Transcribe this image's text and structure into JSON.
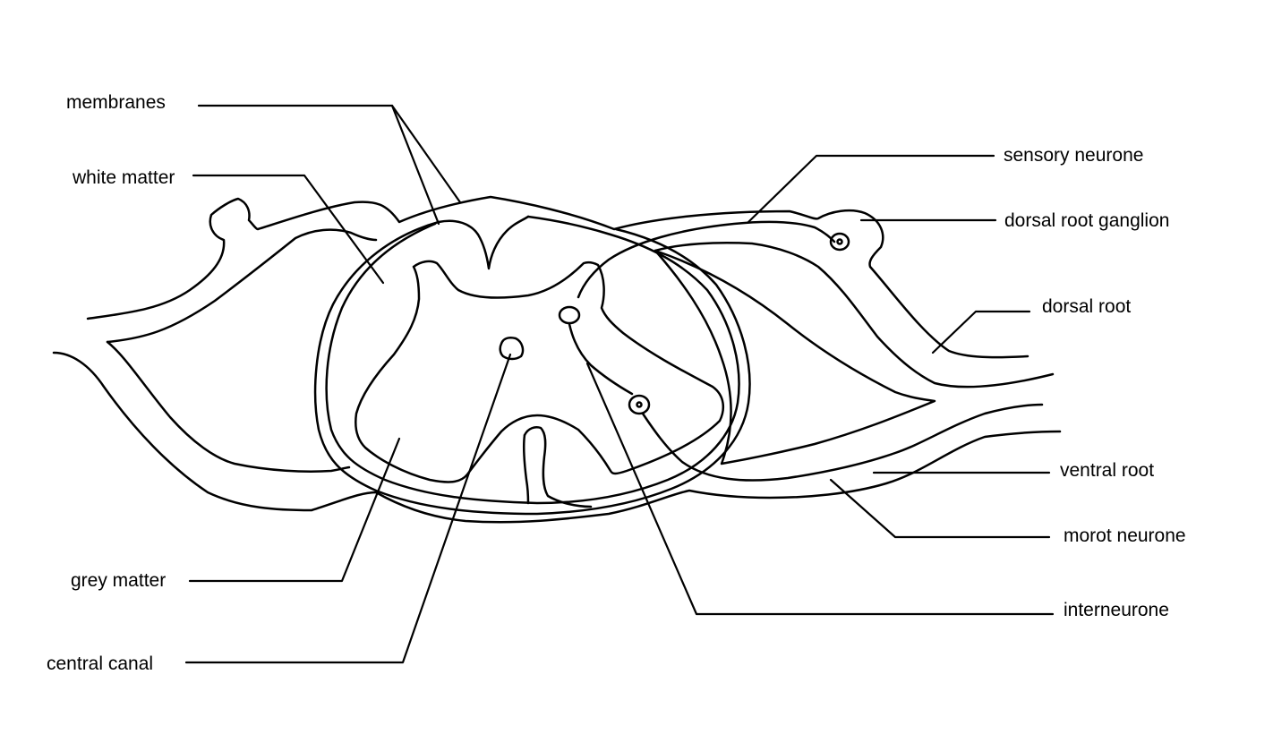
{
  "labels": {
    "membranes": "membranes",
    "white_matter": "white matter",
    "grey_matter": "grey matter",
    "central_canal": "central canal",
    "sensory_neurone": "sensory neurone",
    "dorsal_root_ganglion": "dorsal root ganglion",
    "dorsal_root": "dorsal root",
    "ventral_root": "ventral root",
    "motor_neurone": "morot neurone",
    "interneurone": "interneurone"
  },
  "colors": {
    "background": "#ffffff",
    "ink": "#000000"
  }
}
